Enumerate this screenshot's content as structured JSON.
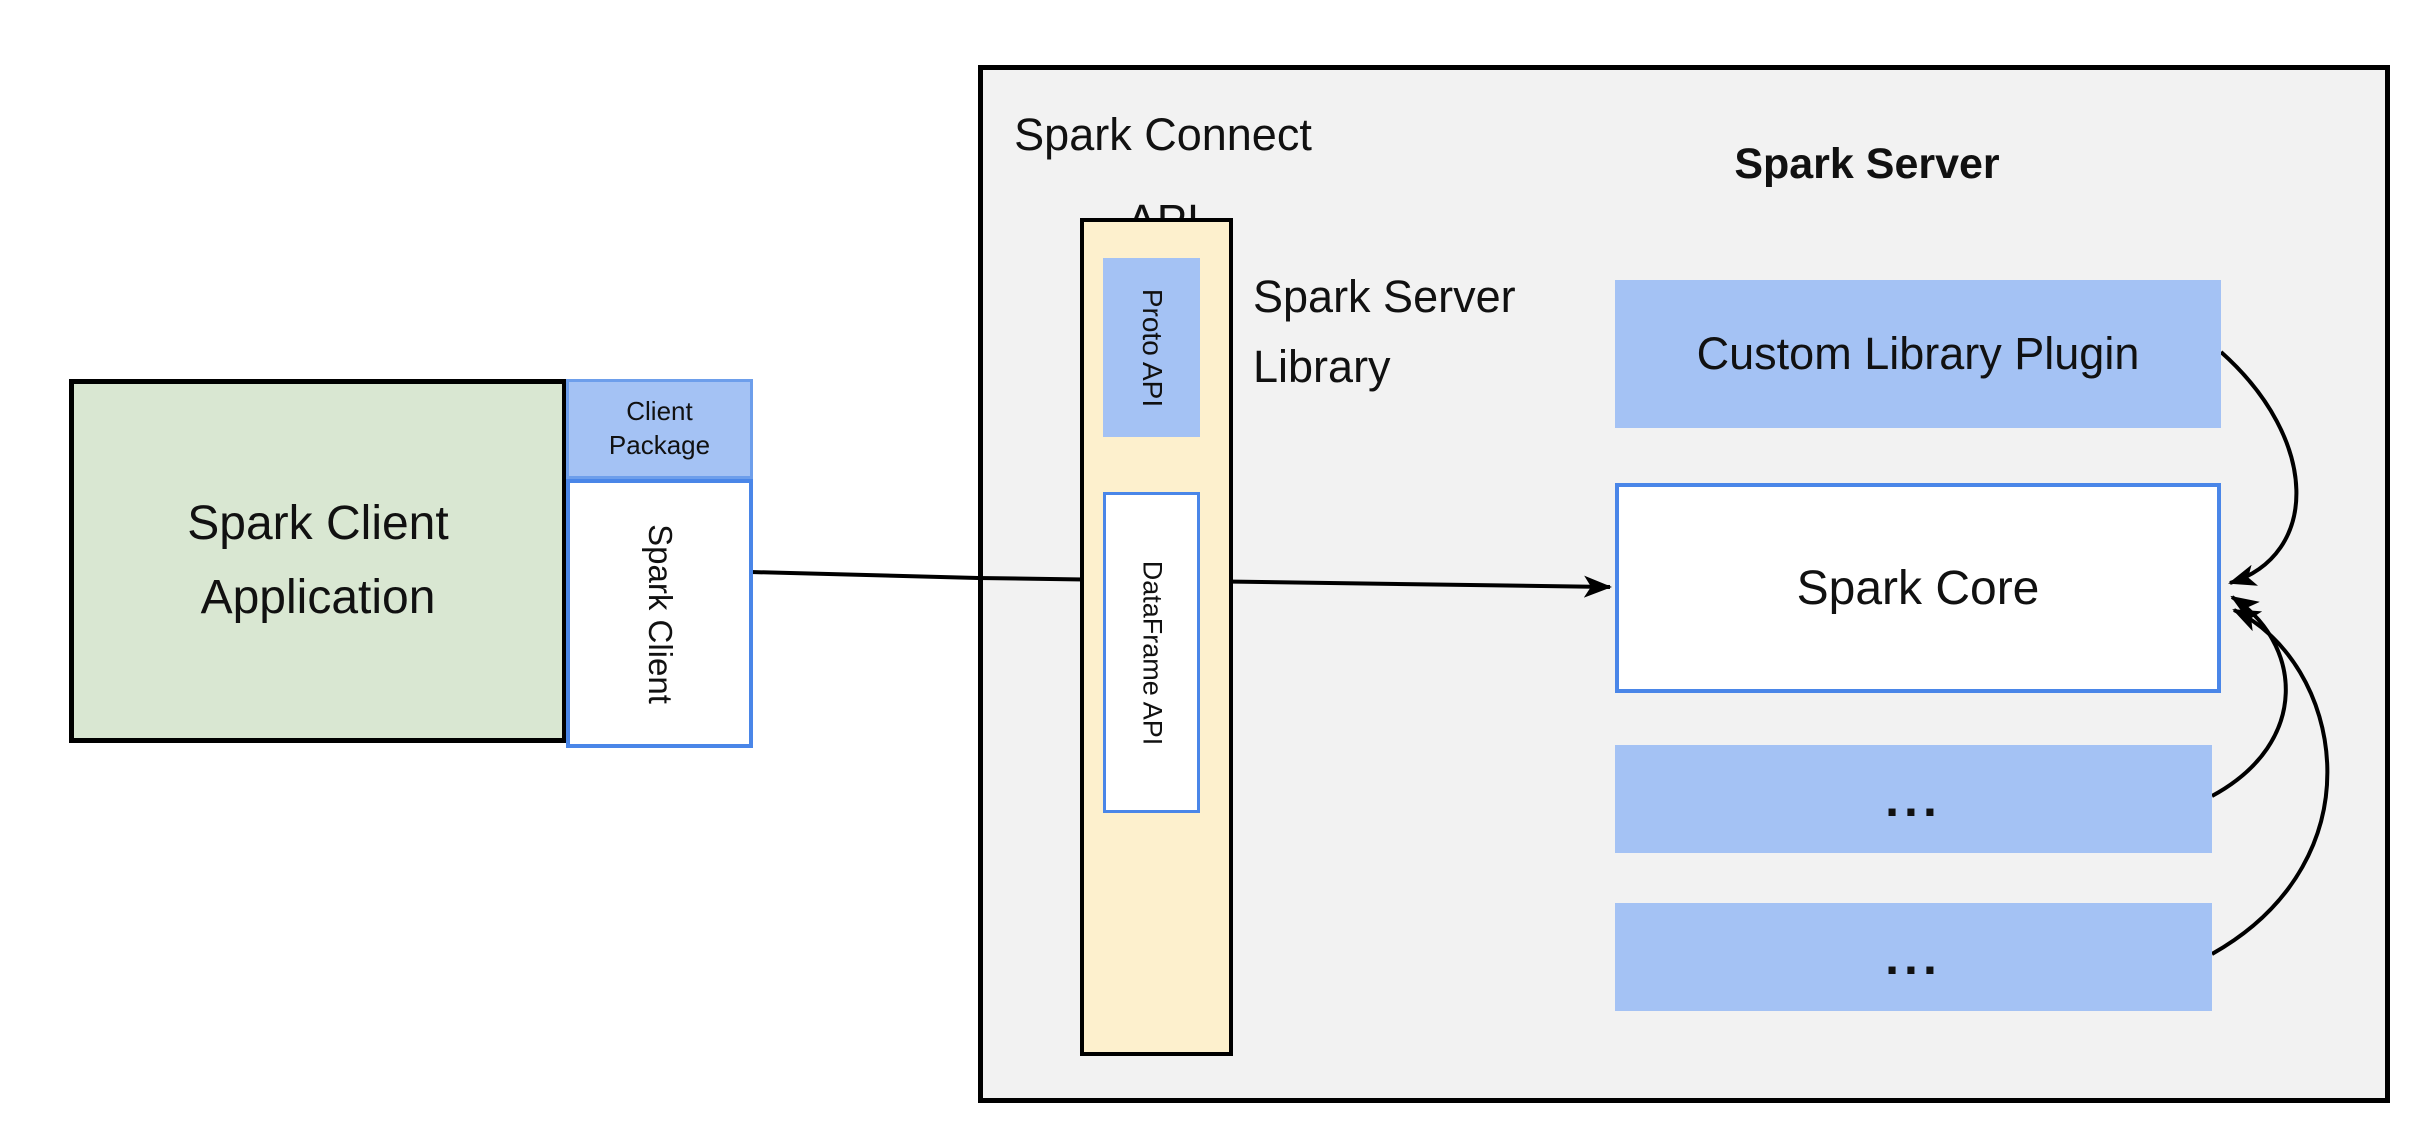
{
  "diagram": {
    "client": {
      "application_label_line1": "Spark Client",
      "application_label_line2": "Application",
      "package_label_line1": "Client",
      "package_label_line2": "Package",
      "spark_client_label": "Spark Client"
    },
    "connect_api": {
      "title_line1": "Spark Connect",
      "title_line2": "API",
      "proto_label": "Proto API",
      "dataframe_label": "DataFrame API",
      "library_label_line1": "Spark Server",
      "library_label_line2": "Library"
    },
    "server": {
      "title": "Spark Server",
      "plugin_label": "Custom Library Plugin",
      "core_label": "Spark Core",
      "ellipsis1": "...",
      "ellipsis2": "..."
    },
    "colors": {
      "green_fill": "#d9e7d2",
      "blue_fill": "#a4c2f4",
      "yellow_fill": "#fdf0cd",
      "gray_fill": "#f2f2f2",
      "blue_border": "#4a86e8",
      "package_border": "#6d9eeb",
      "line_color": "#000000",
      "text_color": "#111111"
    }
  }
}
